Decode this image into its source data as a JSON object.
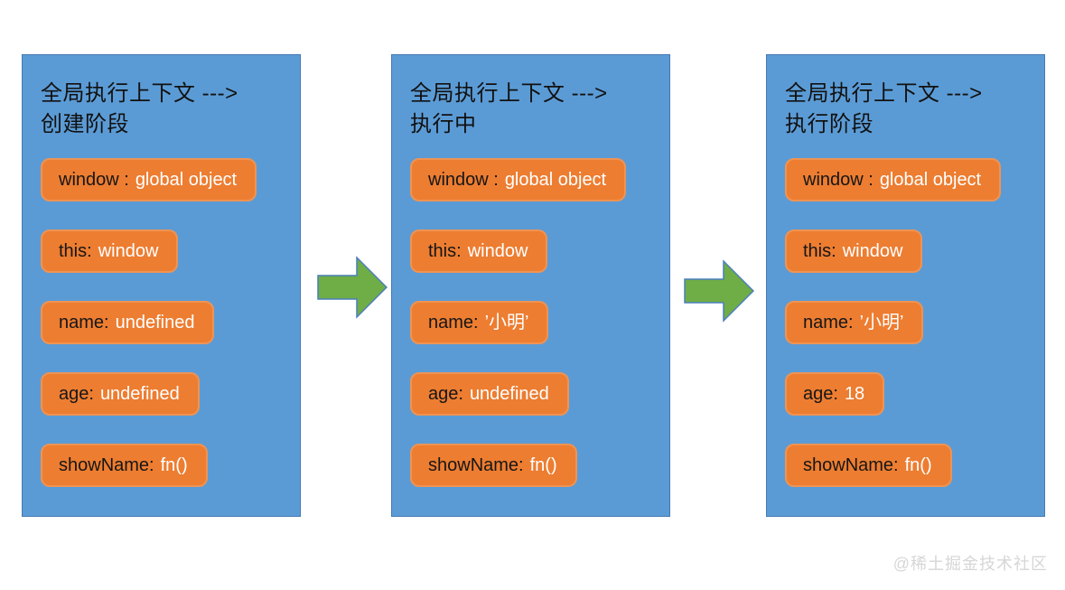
{
  "diagram": {
    "topic": "JavaScript global execution context phases",
    "watermark": "@稀土掘金技术社区"
  },
  "colors": {
    "panel_blue": "#5B9BD5",
    "panel_border": "#4779B4",
    "box_orange": "#ED7D31",
    "box_border": "#EF9352",
    "arrow_green": "#6FAD47",
    "arrow_border": "#4A7EBB",
    "label_black": "#161616",
    "value_white": "#ffffff",
    "watermark_gray": "#d6d6d6"
  },
  "icons": {
    "arrow": "right-block-arrow"
  },
  "panels": [
    {
      "title_line1": "全局执行上下文 --->",
      "title_line2": "创建阶段",
      "boxes": [
        {
          "label": "window :",
          "value": "global object"
        },
        {
          "label": "this:",
          "value": "window"
        },
        {
          "label": "name:",
          "value": "undefined"
        },
        {
          "label": "age:",
          "value": "undefined"
        },
        {
          "label": "showName:",
          "value": "fn()"
        }
      ]
    },
    {
      "title_line1": "全局执行上下文 --->",
      "title_line2": "执行中",
      "boxes": [
        {
          "label": "window :",
          "value": "global object"
        },
        {
          "label": "this:",
          "value": "window"
        },
        {
          "label": "name:",
          "value": "’小明’"
        },
        {
          "label": "age:",
          "value": "undefined"
        },
        {
          "label": "showName:",
          "value": "fn()"
        }
      ]
    },
    {
      "title_line1": "全局执行上下文 --->",
      "title_line2": "执行阶段",
      "boxes": [
        {
          "label": "window :",
          "value": "global object"
        },
        {
          "label": "this:",
          "value": "window"
        },
        {
          "label": "name:",
          "value": "’小明’"
        },
        {
          "label": "age:",
          "value": "18"
        },
        {
          "label": "showName:",
          "value": "fn()"
        }
      ]
    }
  ]
}
